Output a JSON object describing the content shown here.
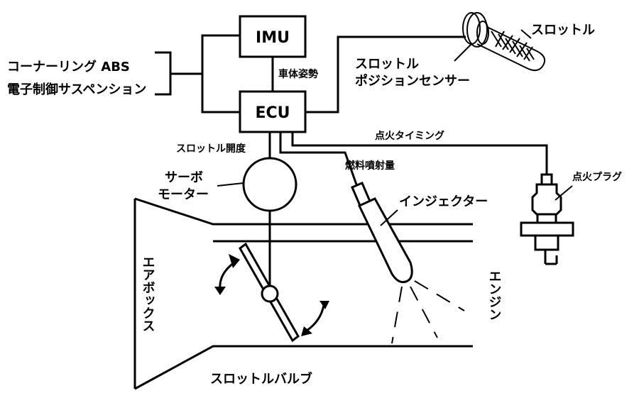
{
  "colors": {
    "line": "#000000",
    "background": "#ffffff"
  },
  "labels": {
    "imu": "IMU",
    "ecu": "ECU",
    "cornering_abs": "コーナーリング ABS",
    "electronic_suspension": "電子制御サスペンション",
    "vehicle_attitude": "車体姿勢",
    "throttle": "スロットル",
    "throttle_position_sensor_line1": "スロットル",
    "throttle_position_sensor_line2": "ポジションセンサー",
    "ignition_timing": "点火タイミング",
    "throttle_opening": "スロットル開度",
    "fuel_injection_amount": "燃料噴射量",
    "spark_plug": "点火プラグ",
    "servo_motor_line1": "サーボ",
    "servo_motor_line2": "モーター",
    "injector": "インジェクター",
    "air_box": "エアボックス",
    "engine": "エンジン",
    "throttle_valve": "スロットルバルブ"
  }
}
